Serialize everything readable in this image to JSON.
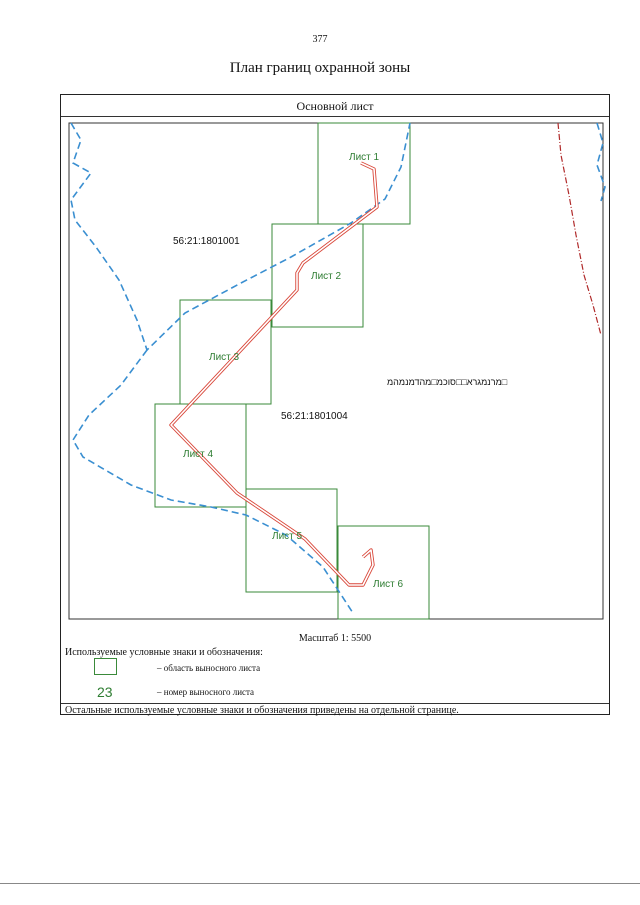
{
  "page_number": "377",
  "title": "План границ охранной зоны",
  "main_sheet_label": "Основной лист",
  "map": {
    "parcels": [
      {
        "id": "56:21:1801001"
      },
      {
        "id": "56:21:1801004"
      }
    ],
    "sheets": [
      "Лист 1",
      "Лист 2",
      "Лист 3",
      "Лист 4",
      "Лист 5",
      "Лист 6"
    ],
    "garbled_text": "מרנמגרא□□סוכמ□מהדמנמהמ□",
    "colors": {
      "boundary": "#3a8fd1",
      "route": "#d9473a",
      "sheet_box": "#3a8a3a",
      "rail": "#b02a2a"
    }
  },
  "scale": "Масштаб 1: 5500",
  "legend": {
    "title": "Используемые условные знаки и обозначения:",
    "area_label": "– область выносного листа",
    "sample_number": "23",
    "number_label": "– номер выносного листа"
  },
  "footer_note": "Остальные используемые условные знаки и обозначения приведены на отдельной странице."
}
